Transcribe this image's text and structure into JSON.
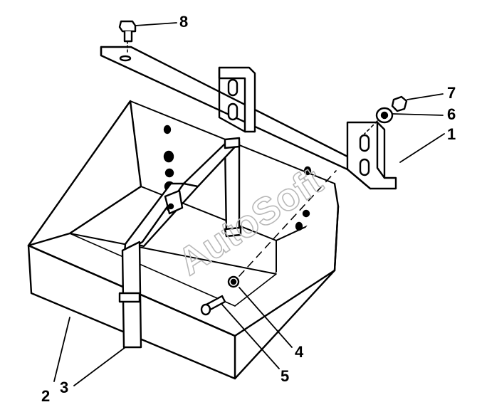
{
  "diagram": {
    "callouts": [
      {
        "id": "1",
        "label": "1"
      },
      {
        "id": "2",
        "label": "2"
      },
      {
        "id": "3",
        "label": "3"
      },
      {
        "id": "4",
        "label": "4"
      },
      {
        "id": "5",
        "label": "5"
      },
      {
        "id": "6",
        "label": "6"
      },
      {
        "id": "7",
        "label": "7"
      },
      {
        "id": "8",
        "label": "8"
      }
    ],
    "watermark": "AutoSoft"
  }
}
